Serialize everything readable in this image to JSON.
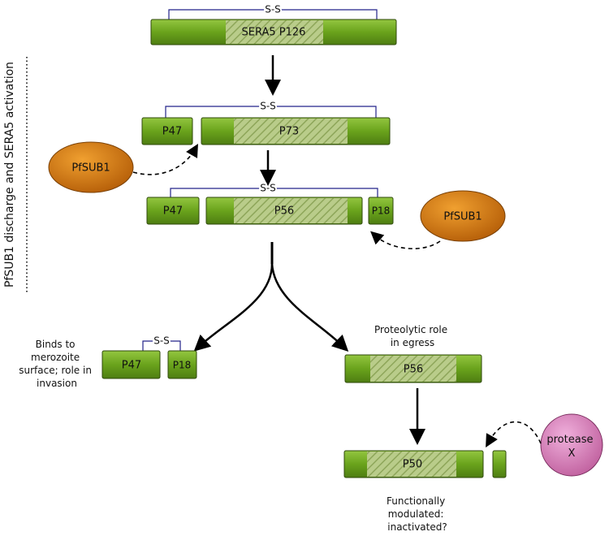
{
  "side_label": "PfSUB1 discharge and SERA5 activation",
  "disulfide": "S-S",
  "stage1": {
    "sera5": "SERA5 P126"
  },
  "stage2": {
    "p47": "P47",
    "p73": "P73",
    "enzyme": "PfSUB1"
  },
  "stage3": {
    "p47": "P47",
    "p56": "P56",
    "p18": "P18",
    "enzyme": "PfSUB1"
  },
  "left_branch": {
    "note": [
      "Binds to",
      "merozoite",
      "surface; role in",
      "invasion"
    ],
    "p47": "P47",
    "p18": "P18"
  },
  "right_branch": {
    "note": [
      "Proteolytic role",
      "in egress"
    ],
    "p56": "P56",
    "p50": "P50",
    "protease": [
      "protease",
      "X"
    ],
    "outcome": [
      "Functionally",
      "modulated:",
      "inactivated?"
    ]
  },
  "colors": {
    "protein_fill": "#6aa31c",
    "protein_edge": "#2f4a0b",
    "hatch_light": "#b9cc8a",
    "hatch_dark": "#8ea65a",
    "disulfide_line": "#23238a",
    "pfsub1_fill": "#d57712",
    "protease_fill": "#d77ab6"
  }
}
